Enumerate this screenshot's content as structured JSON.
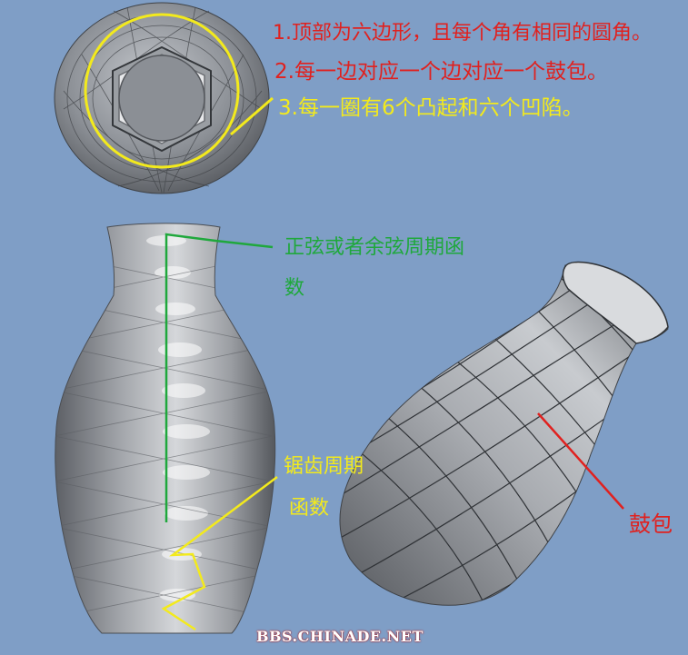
{
  "notes": {
    "note1": "1.顶部为六边形，且每个角有相同的圆角。",
    "note2": "2.每一边对应一个边对应一个鼓包。",
    "note3": "3.每一圈有6个凸起和六个凹陷。"
  },
  "sine_label": {
    "line1": "正弦或者余弦周期函",
    "line2": "数"
  },
  "sawtooth_label": {
    "line1": "锯齿周期",
    "line2": "函数"
  },
  "bulge_label": "鼓包",
  "watermark": "BBS.CHINADE.NET",
  "colors": {
    "background": "#7f9ec6",
    "red": "#e0211f",
    "green": "#1fa83c",
    "yellow": "#f3ea1c"
  }
}
